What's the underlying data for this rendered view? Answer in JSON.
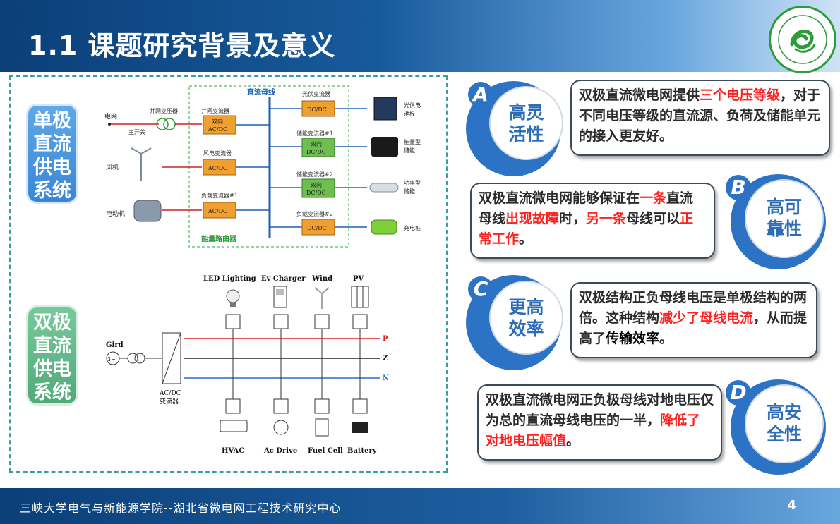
{
  "header": {
    "title": "1.1 课题研究背景及意义"
  },
  "footer": {
    "text": "三峡大学电气与新能源学院--湖北省微电网工程技术研究中心",
    "page": "4"
  },
  "left_panel": {
    "unipolar_label": [
      "单极",
      "直流",
      "供电",
      "系统"
    ],
    "bipolar_label": [
      "双极",
      "直流",
      "供电",
      "系统"
    ],
    "unipolar_diagram": {
      "bus_title": "直流母线",
      "router_label": "能量路由器",
      "left_sources": [
        {
          "name": "电网",
          "converter": "并网变流器",
          "box": [
            "双向",
            "AC/DC"
          ],
          "transformer": "并网变压器",
          "switch": "主开关"
        },
        {
          "name": "风机",
          "converter": "风电变流器",
          "box": [
            "AC/DC"
          ]
        },
        {
          "name": "电动机",
          "converter": "负载变流器#1",
          "box": [
            "AC/DC"
          ]
        }
      ],
      "right_sources": [
        {
          "converter": "光伏变流器",
          "box": [
            "DC/DC"
          ],
          "device": [
            "光伏电",
            "池板"
          ]
        },
        {
          "converter": "储能变流器#1",
          "box": [
            "双向",
            "DC/DC"
          ],
          "device": [
            "能量型",
            "储能"
          ]
        },
        {
          "converter": "储能变流器#2",
          "box": [
            "双向",
            "DC/DC"
          ],
          "device": [
            "功率型",
            "储能"
          ]
        },
        {
          "converter": "负载变流器#2",
          "box": [
            "DC/DC"
          ],
          "device": [
            "充电桩"
          ]
        }
      ]
    },
    "bipolar_diagram": {
      "top_labels": [
        "LED Lighting",
        "Ev Charger",
        "Wind",
        "PV"
      ],
      "bottom_labels": [
        "HVAC",
        "Ac Drive",
        "Fuel Cell",
        "Battery"
      ],
      "grid_label": "Gird",
      "converter_label": [
        "AC/DC",
        "变流器"
      ],
      "bus_labels": [
        "P",
        "Z",
        "N"
      ],
      "phase_label": "3~",
      "colors": {
        "p": "#e02020",
        "z": "#222222",
        "n": "#2a6fd0"
      }
    }
  },
  "features": [
    {
      "letter": "A",
      "title": [
        "高灵",
        "活性"
      ],
      "text": [
        {
          "t": "双极直流微电网提供"
        },
        {
          "t": "三个电压等级",
          "c": "red"
        },
        {
          "t": "，对于不同电压等级的直流源、负荷及储能单元的接入更友好。"
        }
      ]
    },
    {
      "letter": "B",
      "title": [
        "高可",
        "靠性"
      ],
      "text": [
        {
          "t": "双极直流微电网能够保证在"
        },
        {
          "t": "一条",
          "c": "red"
        },
        {
          "t": "直流母线"
        },
        {
          "t": "出现故障",
          "c": "red"
        },
        {
          "t": "时，"
        },
        {
          "t": "另一条",
          "c": "red"
        },
        {
          "t": "母线可以"
        },
        {
          "t": "正常工作",
          "c": "red"
        },
        {
          "t": "。"
        }
      ]
    },
    {
      "letter": "C",
      "title": [
        "更高",
        "效率"
      ],
      "text": [
        {
          "t": "双极结构正负母线电压是单极结构的两倍。这种结构"
        },
        {
          "t": "减少了母线电流",
          "c": "red"
        },
        {
          "t": "，从而提高了"
        },
        {
          "t": "传输效率",
          "c": "blk"
        },
        {
          "t": "。"
        }
      ]
    },
    {
      "letter": "D",
      "title": [
        "高安",
        "全性"
      ],
      "text": [
        {
          "t": "双极直流微电网正负极母线对地电压仅为总的直流母线电压的一半，"
        },
        {
          "t": "降低了对地电压幅值",
          "c": "red"
        },
        {
          "t": "。"
        }
      ]
    }
  ],
  "colors": {
    "accent": "#2d73c5",
    "highlight": "#ff1f1f",
    "header": "#0b3f78"
  }
}
